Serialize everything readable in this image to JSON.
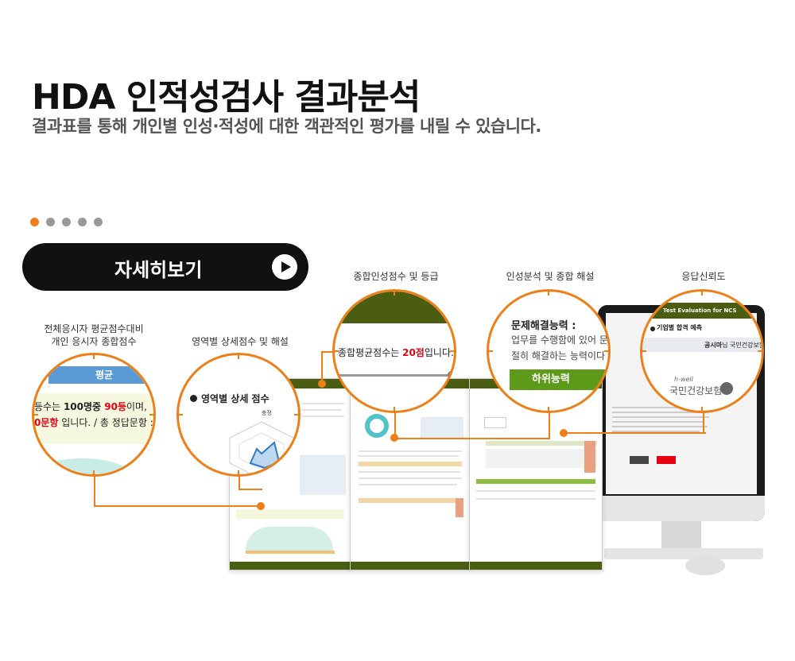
{
  "header": {
    "title": "HDA 인적성검사 결과분석",
    "subtitle": "결과표를 통해 개인별 인성·적성에 대한 객관적인 평가를 내릴 수 있습니다."
  },
  "slider": {
    "count": 5,
    "active_index": 0
  },
  "detail_button": {
    "label": "자세히보기"
  },
  "captions": {
    "c1_line1": "전체응시자 평균점수대비",
    "c1_line2": "개인 응시자 종합점수",
    "c2": "영역별 상세점수 및 해설",
    "c3": "종합인성점수 및 등급",
    "c4": "인성분석 및 종합 해설",
    "c5": "응답신뢰도"
  },
  "zoom1": {
    "tab": "평균",
    "line1_pre": "등수는 ",
    "line1_num": "100명중 ",
    "line1_red": "90등",
    "line1_post": "이며,",
    "line2_red": "0문항",
    "line2_post": " 입니다. / 총 정답문항 :"
  },
  "zoom2": {
    "heading": "영역별 상세 점수",
    "axis_top": "충정"
  },
  "zoom3": {
    "pre": "종합평균점수는 ",
    "score": "20점",
    "post": "입니다."
  },
  "zoom4": {
    "heading": "문제해결능력 :",
    "line1": "업무를 수행함에 있어 문",
    "line2": "절히 해결하는 능력이다",
    "badge": "하위능력"
  },
  "zoom5": {
    "bar": "Test Evaluation for NCS",
    "section": "기업별 합격 예측",
    "row_name": "공시마",
    "row_mid": "님 ",
    "row_org": "국민건강보험공",
    "logo_top": "h-well",
    "logo_main": "국민건강보험"
  },
  "colors": {
    "accent": "#ee7f18",
    "dark_green": "#4a5d10",
    "green": "#5d9a1a",
    "red": "#e60012"
  }
}
